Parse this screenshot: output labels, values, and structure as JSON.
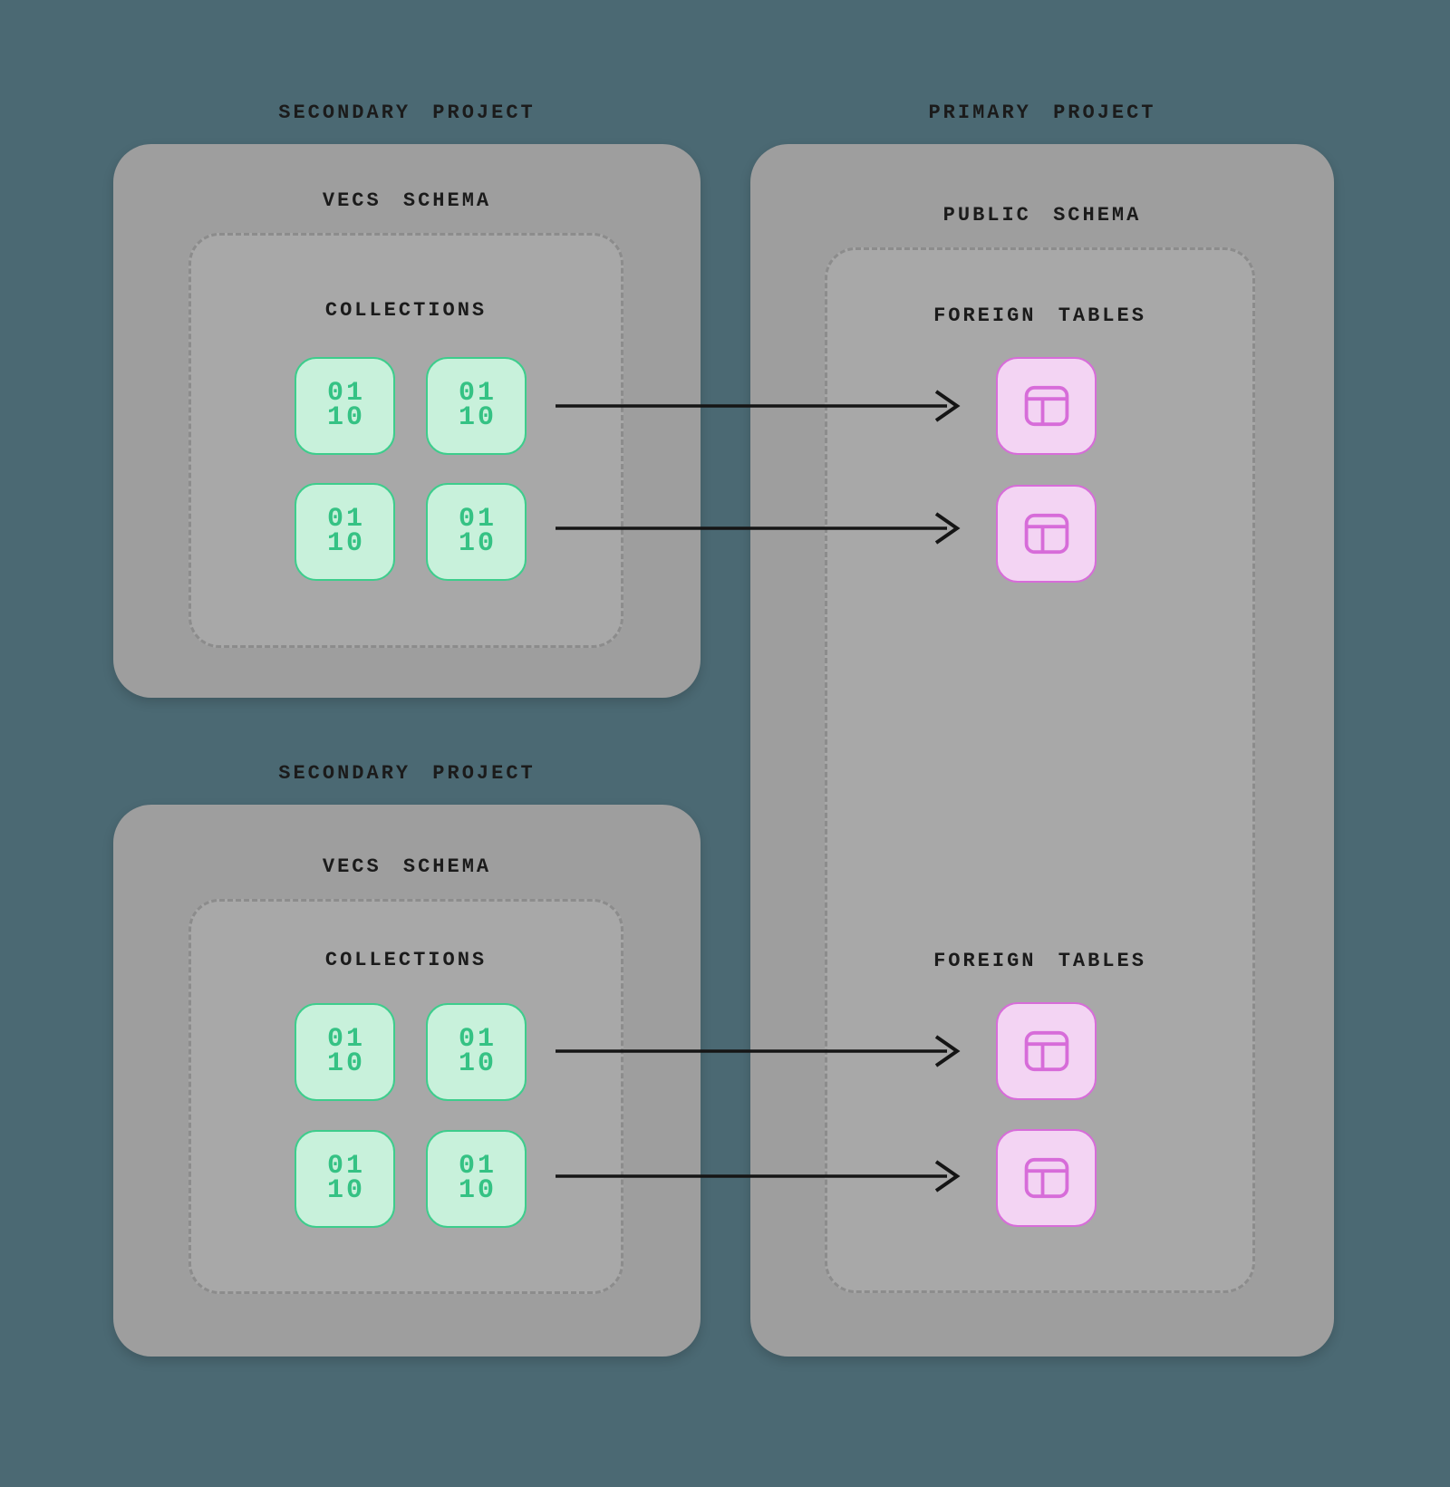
{
  "colors": {
    "background": "#4B6973",
    "box_bg": "#9E9E9E",
    "inner_box_bg": "#A8A8A8",
    "green_fill": "#C8F1DB",
    "green_accent": "#3DCD8C",
    "green_text": "#35C284",
    "pink_fill": "#F3D4F3",
    "pink_accent": "#D76CD9",
    "text_dark": "#1B1B1B",
    "arrow": "#151515"
  },
  "labels": {
    "secondary_project": "SECONDARY PROJECT",
    "primary_project": "PRIMARY PROJECT",
    "vecs_schema": "VECS SCHEMA",
    "public_schema": "PUBLIC SCHEMA",
    "collections": "COLLECTIONS",
    "foreign_tables": "FOREIGN TABLES"
  },
  "icons": {
    "collection": {
      "line1": "01",
      "line2": "10"
    },
    "foreign_table": "table-icon"
  }
}
